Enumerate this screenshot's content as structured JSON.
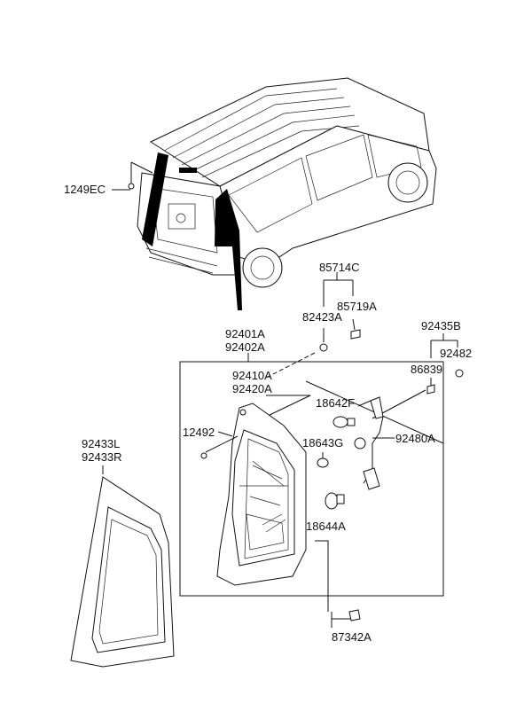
{
  "parts": {
    "p1249EC": "1249EC",
    "p85714C": "85714C",
    "p82423A": "82423A",
    "p85719A": "85719A",
    "p92401A": "92401A",
    "p92402A": "92402A",
    "p92435B": "92435B",
    "p92482": "92482",
    "p86839": "86839",
    "p92410A": "92410A",
    "p92420A": "92420A",
    "p18642F": "18642F",
    "p12492": "12492",
    "p18643G": "18643G",
    "p92480A": "92480A",
    "p92433L": "92433L",
    "p92433R": "92433R",
    "p18644A": "18644A",
    "p87342A": "87342A"
  }
}
